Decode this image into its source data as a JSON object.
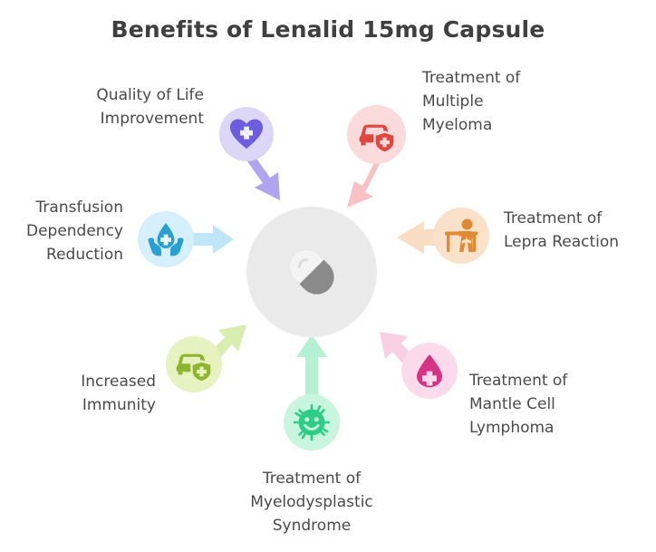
{
  "title": "Benefits of Lenalid 15mg Capsule",
  "center": {
    "icon": "capsule-pill-icon",
    "circle_color": "#ebeaea",
    "icon_color": "#8a8a8a"
  },
  "benefits": [
    {
      "id": "quality-of-life",
      "label": "Quality of Life\nImprovement",
      "icon": "heart-with-medical-cross-icon",
      "circle_color": "#ddd7f7",
      "icon_color": "#6b5ce0",
      "arrow_color": "#b0a4ee",
      "arrow_direction": "down-right"
    },
    {
      "id": "multiple-myeloma",
      "label": "Treatment of\nMultiple\nMyeloma",
      "icon": "car-with-shield-cross-icon",
      "circle_color": "#fadadb",
      "icon_color": "#e2463b",
      "arrow_color": "#f8c2c4",
      "arrow_direction": "down-left"
    },
    {
      "id": "transfusion-dependency",
      "label": "Transfusion\nDependency\nReduction",
      "icon": "hands-holding-blood-drop-icon",
      "circle_color": "#d6f0fb",
      "icon_color": "#2a9fd1",
      "arrow_color": "#bfe6f7",
      "arrow_direction": "right"
    },
    {
      "id": "lepra-reaction",
      "label": "Treatment of\nLepra Reaction",
      "icon": "person-at-desk-icon",
      "circle_color": "#fae2ca",
      "icon_color": "#e08a33",
      "arrow_color": "#f8ddc2",
      "arrow_direction": "left"
    },
    {
      "id": "increased-immunity",
      "label": "Increased\nImmunity",
      "icon": "car-with-shield-cross-icon",
      "circle_color": "#e6f2bf",
      "icon_color": "#8eb52e",
      "arrow_color": "#daedb0",
      "arrow_direction": "up-right"
    },
    {
      "id": "mantle-cell-lymphoma",
      "label": "Treatment of\nMantle Cell\nLymphoma",
      "icon": "blood-drop-with-cross-icon",
      "circle_color": "#fbdbeb",
      "icon_color": "#d63384",
      "arrow_color": "#f8cfe3",
      "arrow_direction": "up-left"
    },
    {
      "id": "myelodysplastic-syndrome",
      "label": "Treatment of\nMyelodysplastic\nSyndrome",
      "icon": "smiling-germ-icon",
      "circle_color": "#c8f5dd",
      "icon_color": "#2ecc87",
      "arrow_color": "#b5f0d2",
      "arrow_direction": "up"
    }
  ]
}
